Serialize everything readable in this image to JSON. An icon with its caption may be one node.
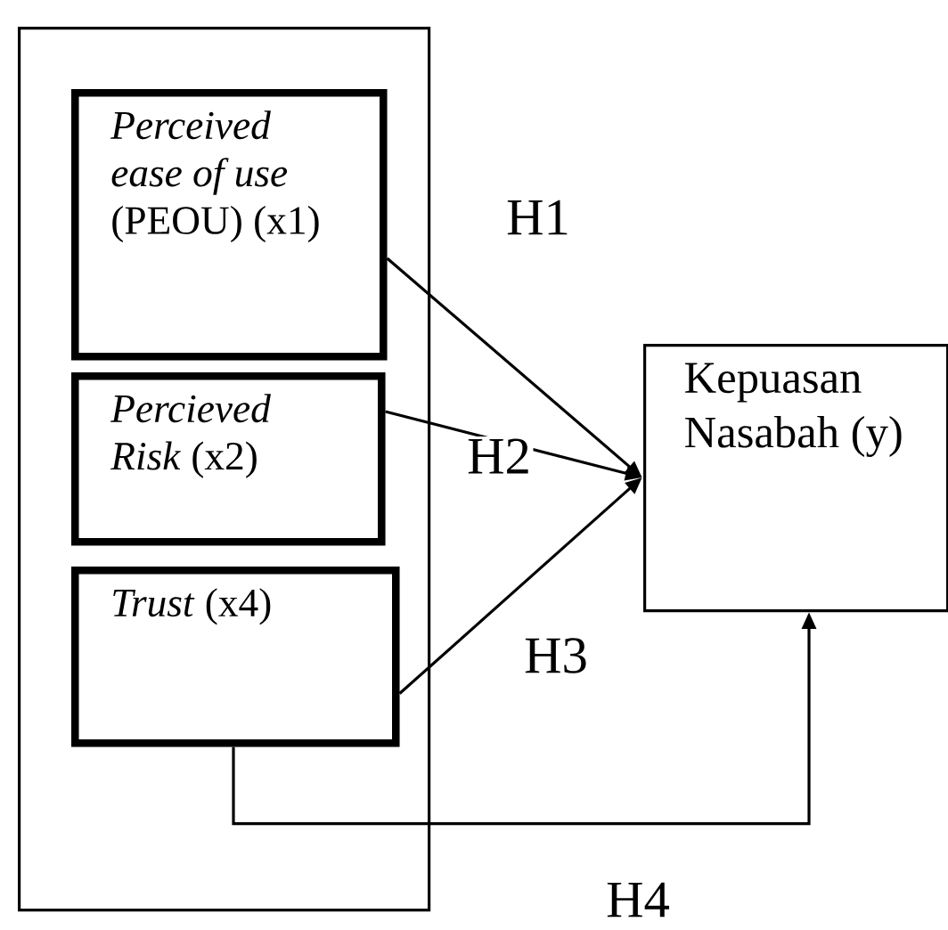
{
  "diagram": {
    "nodes": [
      {
        "text": [],
        "shape": "box"
      },
      {
        "text": [
          "*Perceived ease of use* (PEOU) (x1)"
        ],
        "in": 0
      },
      {
        "text": [
          "*Percieved Risk* (x2)"
        ],
        "in": 0
      },
      {
        "text": [
          "*Trust* (x4)"
        ],
        "in": 0
      },
      {
        "text": [
          "Kepuasan Nasabah (y)"
        ]
      }
    ],
    "edges": [
      {
        "from": 1,
        "to": 4,
        "arrow": "to",
        "label": "H1"
      },
      {
        "from": 2,
        "to": 4,
        "arrow": "to",
        "label": "H2"
      },
      {
        "from": 3,
        "to": 4,
        "arrow": "to",
        "label": "H3"
      },
      {
        "from": 3,
        "to": 4,
        "arrow": "to",
        "label": "H4"
      }
    ]
  }
}
